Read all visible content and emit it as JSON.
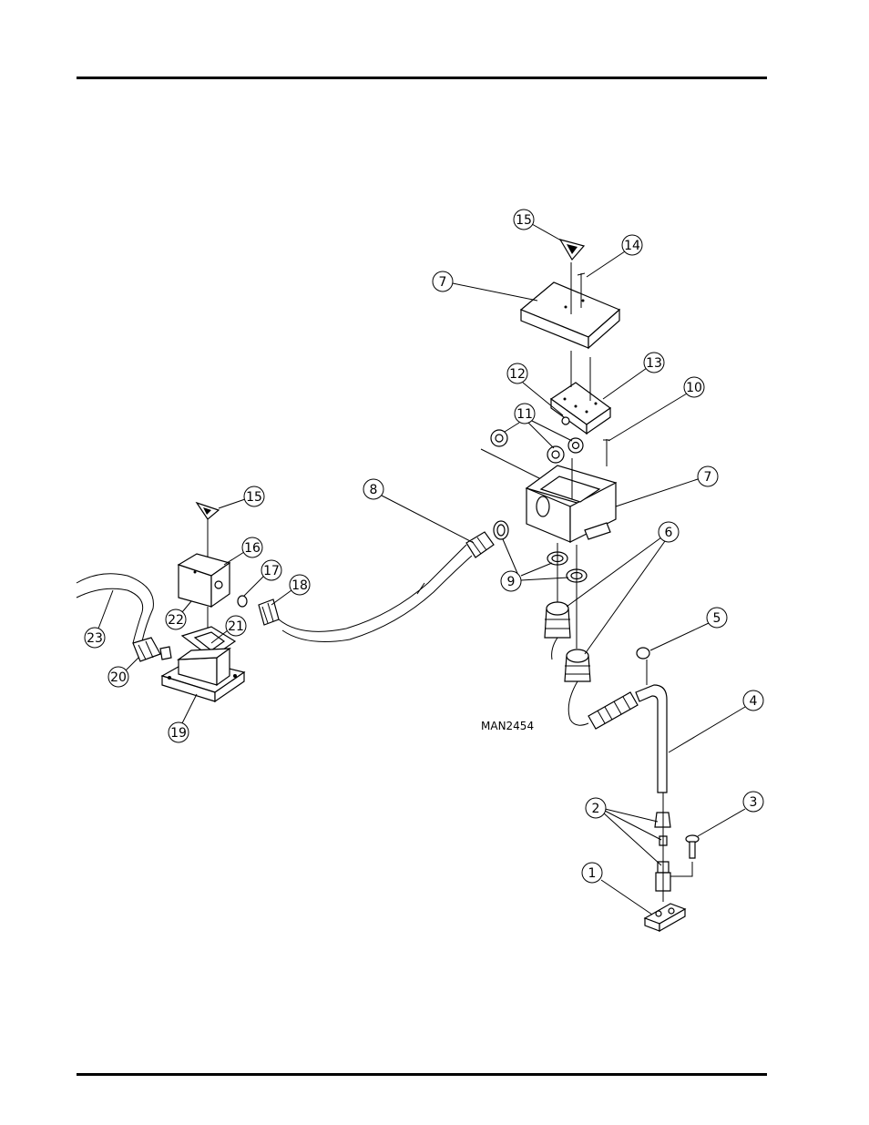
{
  "drawing_code": "MAN2454",
  "balloons": [
    {
      "id": "b1",
      "label": "1"
    },
    {
      "id": "b2",
      "label": "2"
    },
    {
      "id": "b3",
      "label": "3"
    },
    {
      "id": "b4",
      "label": "4"
    },
    {
      "id": "b5",
      "label": "5"
    },
    {
      "id": "b6",
      "label": "6"
    },
    {
      "id": "b7a",
      "label": "7"
    },
    {
      "id": "b7b",
      "label": "7"
    },
    {
      "id": "b8",
      "label": "8"
    },
    {
      "id": "b9",
      "label": "9"
    },
    {
      "id": "b10",
      "label": "10"
    },
    {
      "id": "b11",
      "label": "11"
    },
    {
      "id": "b12",
      "label": "12"
    },
    {
      "id": "b13",
      "label": "13"
    },
    {
      "id": "b14",
      "label": "14"
    },
    {
      "id": "b15a",
      "label": "15"
    },
    {
      "id": "b15b",
      "label": "15"
    },
    {
      "id": "b16",
      "label": "16"
    },
    {
      "id": "b17",
      "label": "17"
    },
    {
      "id": "b18",
      "label": "18"
    },
    {
      "id": "b19",
      "label": "19"
    },
    {
      "id": "b20",
      "label": "20"
    },
    {
      "id": "b21",
      "label": "21"
    },
    {
      "id": "b22",
      "label": "22"
    },
    {
      "id": "b23",
      "label": "23"
    }
  ]
}
